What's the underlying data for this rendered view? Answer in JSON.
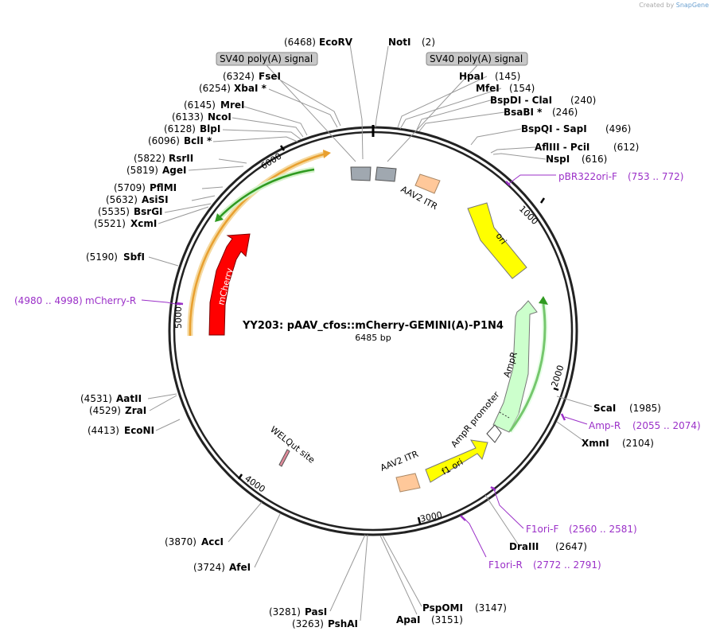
{
  "credit": {
    "prefix": "Created by",
    "brand": "SnapGene"
  },
  "plasmid": {
    "name": "YY203: pAAV_cfos::mCherry-GEMINI(A)-P1N4",
    "size": "6485 bp"
  },
  "ticks": [
    "1000",
    "2000",
    "3000",
    "4000",
    "5000",
    "6000"
  ],
  "sites": [
    {
      "name": "EcoRV",
      "pos": "(6468)",
      "side": "L"
    },
    {
      "name": "NotI",
      "pos": "(2)",
      "side": "R"
    },
    {
      "name": "FseI",
      "pos": "(6324)",
      "side": "L"
    },
    {
      "name": "XbaI *",
      "pos": "(6254)",
      "side": "L"
    },
    {
      "name": "MreI",
      "pos": "(6145)",
      "side": "L"
    },
    {
      "name": "NcoI",
      "pos": "(6133)",
      "side": "L"
    },
    {
      "name": "BlpI",
      "pos": "(6128)",
      "side": "L"
    },
    {
      "name": "BclI *",
      "pos": "(6096)",
      "side": "L"
    },
    {
      "name": "RsrII",
      "pos": "(5822)",
      "side": "L"
    },
    {
      "name": "AgeI",
      "pos": "(5819)",
      "side": "L"
    },
    {
      "name": "PflMI",
      "pos": "(5709)",
      "side": "L"
    },
    {
      "name": "AsiSI",
      "pos": "(5632)",
      "side": "L"
    },
    {
      "name": "BsrGI",
      "pos": "(5535)",
      "side": "L"
    },
    {
      "name": "XcmI",
      "pos": "(5521)",
      "side": "L"
    },
    {
      "name": "SbfI",
      "pos": "(5190)",
      "side": "L"
    },
    {
      "name": "AatII",
      "pos": "(4531)",
      "side": "L"
    },
    {
      "name": "ZraI",
      "pos": "(4529)",
      "side": "L"
    },
    {
      "name": "EcoNI",
      "pos": "(4413)",
      "side": "L"
    },
    {
      "name": "AccI",
      "pos": "(3870)",
      "side": "L"
    },
    {
      "name": "AfeI",
      "pos": "(3724)",
      "side": "L"
    },
    {
      "name": "PasI",
      "pos": "(3281)",
      "side": "L"
    },
    {
      "name": "PshAI",
      "pos": "(3263)",
      "side": "L"
    },
    {
      "name": "HpaI",
      "pos": "(145)",
      "side": "R"
    },
    {
      "name": "MfeI",
      "pos": "(154)",
      "side": "R"
    },
    {
      "name": "BspDI - ClaI",
      "pos": "(240)",
      "side": "R"
    },
    {
      "name": "BsaBI *",
      "pos": "(246)",
      "side": "R"
    },
    {
      "name": "BspQI - SapI",
      "pos": "(496)",
      "side": "R"
    },
    {
      "name": "AflIII - PciI",
      "pos": "(612)",
      "side": "R"
    },
    {
      "name": "NspI",
      "pos": "(616)",
      "side": "R"
    },
    {
      "name": "ScaI",
      "pos": "(1985)",
      "side": "R"
    },
    {
      "name": "XmnI",
      "pos": "(2104)",
      "side": "R"
    },
    {
      "name": "DraIII",
      "pos": "(2647)",
      "side": "R"
    },
    {
      "name": "PspOMI",
      "pos": "(3147)",
      "side": "R"
    },
    {
      "name": "ApaI",
      "pos": "(3151)",
      "side": "R"
    }
  ],
  "primers": [
    {
      "name": "pBR322ori-F",
      "range": "(753 .. 772)"
    },
    {
      "name": "Amp-R",
      "range": "(2055 .. 2074)"
    },
    {
      "name": "F1ori-F",
      "range": "(2560 .. 2581)"
    },
    {
      "name": "F1ori-R",
      "range": "(2772 .. 2791)"
    },
    {
      "name": "mCherry-R",
      "range": "(4980 .. 4998)"
    }
  ],
  "features": [
    {
      "name": "SV40 poly(A) signal",
      "kind": "polyA-left"
    },
    {
      "name": "SV40 poly(A) signal",
      "kind": "polyA-right"
    },
    {
      "name": "AAV2 ITR",
      "kind": "itr-top"
    },
    {
      "name": "ori",
      "kind": "ori"
    },
    {
      "name": "AmpR",
      "kind": "ampr"
    },
    {
      "name": "AmpR promoter",
      "kind": "amp-promoter"
    },
    {
      "name": "f1 ori",
      "kind": "f1ori"
    },
    {
      "name": "AAV2 ITR",
      "kind": "itr-bottom"
    },
    {
      "name": "WELQut site",
      "kind": "welqut"
    },
    {
      "name": "mCherry",
      "kind": "mcherry"
    }
  ],
  "colors": {
    "ring": "#222222",
    "enzyme_text": "#000000",
    "primer": "#9b30c8",
    "ori": "#ffff00",
    "ampr": "#ccffcc",
    "mcherry": "#ff0000",
    "itr": "#ffc89a",
    "polyA": "#a0a8b0",
    "orf_green": "#2f9a20",
    "orf_orange": "#e8a030"
  }
}
